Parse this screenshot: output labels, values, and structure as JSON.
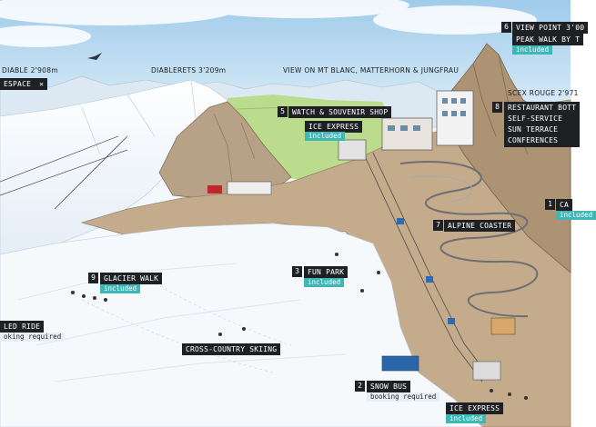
{
  "labels": {
    "oldenhorn": "DIABLE 2'908m",
    "espace": "ESPACE",
    "diablerets": "DIABLERETS 3'209m",
    "view_mt_blanc": "VIEW ON MT BLANC, MATTERHORN & JUNGFRAU",
    "scex_rouge": "SCEX ROUGE 2'971",
    "viewpoint": "VIEW POINT 3'00",
    "peak_walk": "PEAK WALK BY T",
    "watch_shop": "WATCH & SOUVENIR SHOP",
    "ice_express_top": "ICE EXPRESS",
    "restaurant_1": "RESTAURANT BOTT",
    "restaurant_2": "SELF-SERVICE",
    "restaurant_3": "SUN TERRACE",
    "restaurant_4": "CONFERENCES",
    "alpine_coaster": "ALPINE COASTER",
    "fun_park": "FUN PARK",
    "glacier_walk": "GLACIER WALK",
    "sled_ride": "LED RIDE",
    "cross_country": "CROSS-COUNTRY SKIING",
    "snow_bus": "SNOW BUS",
    "ice_express_bottom": "ICE EXPRESS",
    "ca": "CA"
  },
  "numbers": {
    "viewpoint": "6",
    "watch_shop": "5",
    "restaurant": "8",
    "alpine_coaster": "7",
    "fun_park": "3",
    "glacier_walk": "9",
    "snow_bus": "2",
    "ca": "1"
  },
  "tags": {
    "included": "included",
    "booking_required": "booking required",
    "sled_booking": "oking required"
  },
  "icons": {
    "espace_close": "close-x-icon"
  },
  "colors": {
    "sky": "#cfe6f5",
    "snow": "#f4f8fc",
    "rock": "#b39c80",
    "green": "#bcdc8d",
    "label_dark": "#1f2023",
    "tag_teal": "#3fb7b7"
  }
}
